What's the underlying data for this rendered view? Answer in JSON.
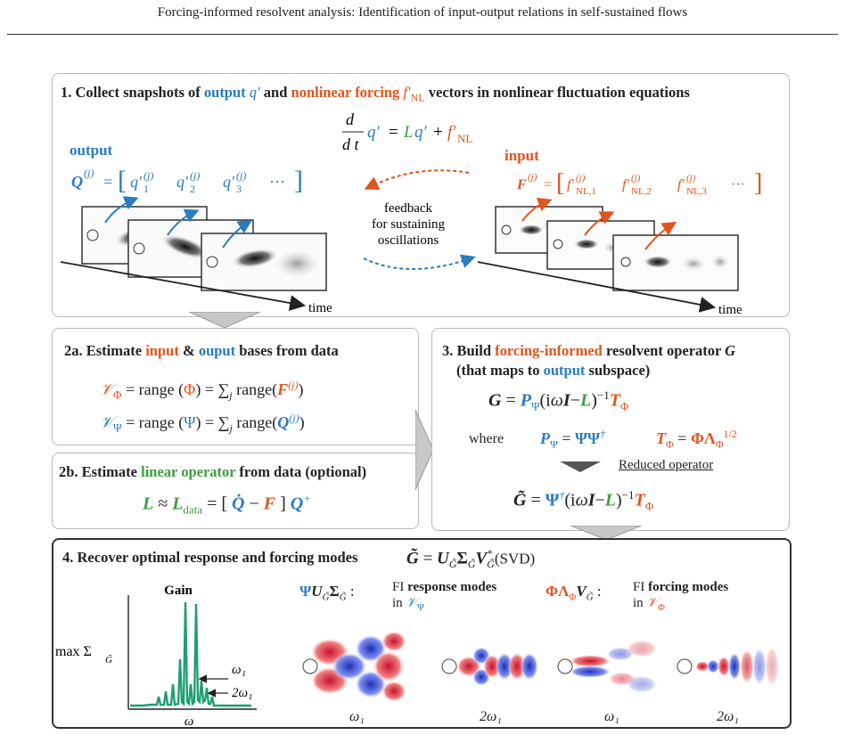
{
  "header": {
    "title": "Forcing-informed resolvent analysis: Identification of input-output relations in self-sustained flows"
  },
  "step1": {
    "title_prefix": "1. Collect snapshots of ",
    "title_output": "output",
    "title_q": "q′",
    "title_and": " and ",
    "title_forcing": "nonlinear forcing",
    "title_f": "f′",
    "title_f_sub": "NL",
    "title_suffix": " vectors in nonlinear fluctuation equations",
    "output_label": "output",
    "input_label": "input",
    "feedback_line1": "feedback",
    "feedback_line2": "for sustaining",
    "feedback_line3": "oscillations",
    "time_label_left": "time",
    "time_label_right": "time"
  },
  "step2a": {
    "title_prefix": "2a. Estimate ",
    "title_input": "input",
    "title_amp": " & ",
    "title_output": "ouput",
    "title_suffix": "  bases from data"
  },
  "step2b": {
    "title_prefix": "2b. Estimate ",
    "title_linear": "linear operator",
    "title_suffix": " from data (optional)"
  },
  "step3": {
    "title_line1_prefix": "3. Build ",
    "title_line1_fi": "forcing-informed",
    "title_line1_suffix": " resolvent operator ",
    "title_G": "G",
    "title_line2_prefix": "(that maps to ",
    "title_line2_output": "output",
    "title_line2_suffix": " subspace)",
    "where": "where",
    "reduced_operator": "Reduced operator"
  },
  "step4": {
    "title_prefix": "4. Recover optimal response and forcing modes",
    "svd_label": "(SVD)",
    "gain_label": "Gain",
    "ylabel": "max Σ",
    "xlabel": "ω",
    "omega1": "ω₁",
    "two_omega1": "2ω₁",
    "fi_label": "FI",
    "response_modes": "response modes",
    "forcing_modes": "forcing modes",
    "in_label": "in",
    "captions": [
      "ω₁",
      "2ω₁",
      "ω₁",
      "2ω₁"
    ]
  },
  "colors": {
    "output": "#2a7bbf",
    "input": "#e0541e",
    "linear": "#3d9e3d",
    "gain": "#1f9e74"
  }
}
